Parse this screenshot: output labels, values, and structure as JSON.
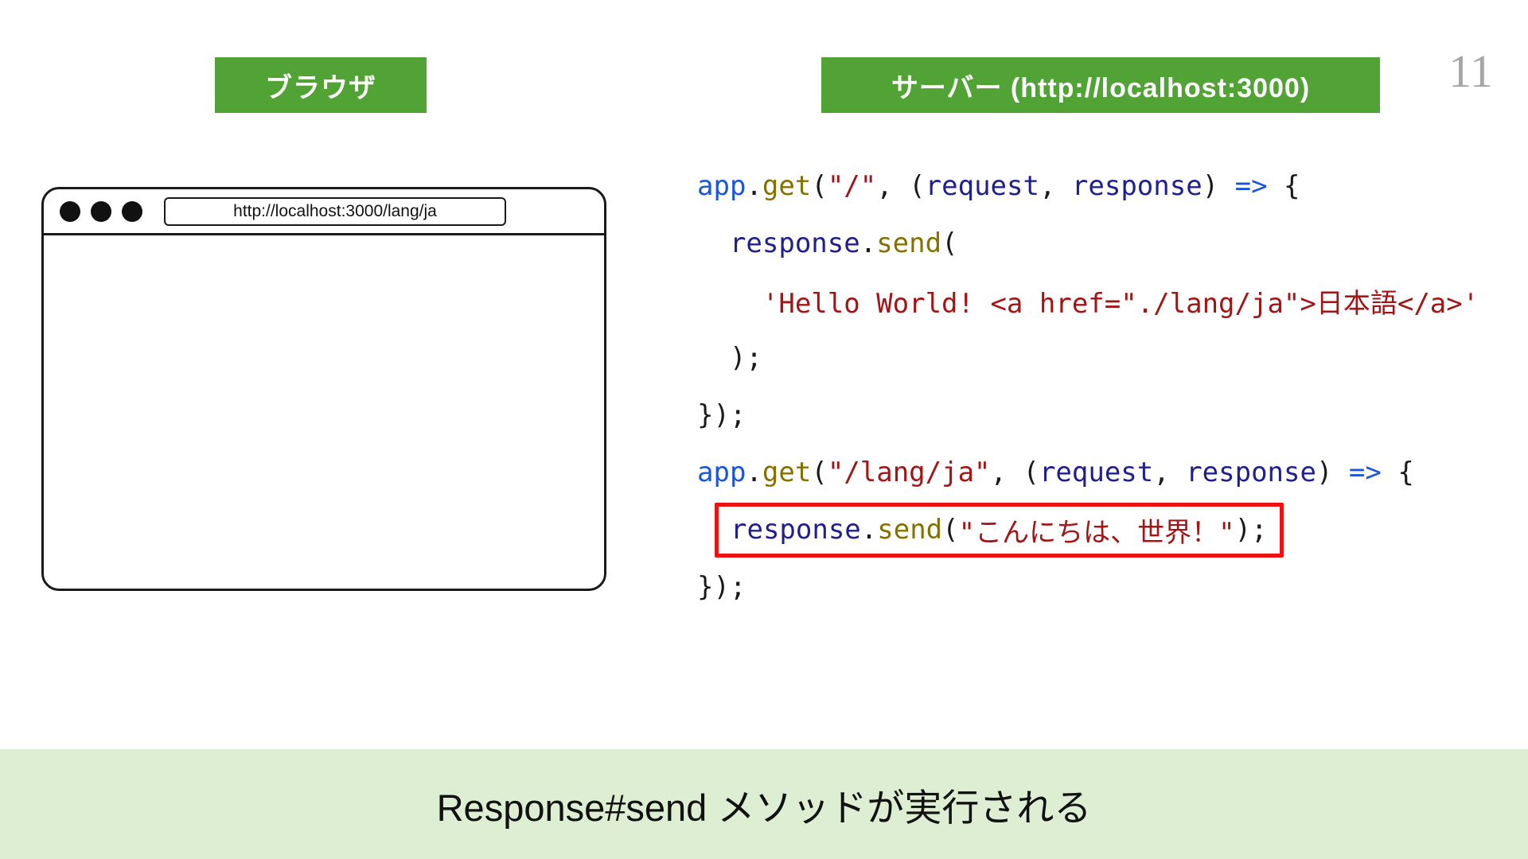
{
  "page": {
    "number": "11"
  },
  "badges": {
    "browser": {
      "label": "ブラウザ",
      "bg": "#52a335"
    },
    "server": {
      "label": "サーバー (http://localhost:3000)",
      "bg": "#52a335"
    }
  },
  "browser_window": {
    "url": "http://localhost:3000/lang/ja"
  },
  "code": {
    "colors": {
      "blue": "#1a56db",
      "navy": "#1f1f8f",
      "olive": "#857000",
      "red": "#a31515",
      "plain": "#1a1a1a"
    },
    "highlight_border": "#ee1111",
    "lines": [
      {
        "highlight": false,
        "tokens": [
          {
            "t": "app",
            "c": "blue"
          },
          {
            "t": ".",
            "c": "plain"
          },
          {
            "t": "get",
            "c": "olive"
          },
          {
            "t": "(",
            "c": "plain"
          },
          {
            "t": "\"/\"",
            "c": "red"
          },
          {
            "t": ", (",
            "c": "plain"
          },
          {
            "t": "request",
            "c": "navy"
          },
          {
            "t": ", ",
            "c": "plain"
          },
          {
            "t": "response",
            "c": "navy"
          },
          {
            "t": ") ",
            "c": "plain"
          },
          {
            "t": "=>",
            "c": "blue"
          },
          {
            "t": " {",
            "c": "plain"
          }
        ]
      },
      {
        "highlight": false,
        "tokens": [
          {
            "t": "  ",
            "c": "plain"
          },
          {
            "t": "response",
            "c": "navy"
          },
          {
            "t": ".",
            "c": "plain"
          },
          {
            "t": "send",
            "c": "olive"
          },
          {
            "t": "(",
            "c": "plain"
          }
        ]
      },
      {
        "highlight": false,
        "tokens": [
          {
            "t": "    ",
            "c": "plain"
          },
          {
            "t": "'Hello World! <a href=\"./lang/ja\">日本語</a>'",
            "c": "red"
          }
        ]
      },
      {
        "highlight": false,
        "tokens": [
          {
            "t": "  );",
            "c": "plain"
          }
        ]
      },
      {
        "highlight": false,
        "tokens": [
          {
            "t": "});",
            "c": "plain"
          }
        ]
      },
      {
        "highlight": false,
        "tokens": [
          {
            "t": "app",
            "c": "blue"
          },
          {
            "t": ".",
            "c": "plain"
          },
          {
            "t": "get",
            "c": "olive"
          },
          {
            "t": "(",
            "c": "plain"
          },
          {
            "t": "\"/lang/ja\"",
            "c": "red"
          },
          {
            "t": ", (",
            "c": "plain"
          },
          {
            "t": "request",
            "c": "navy"
          },
          {
            "t": ", ",
            "c": "plain"
          },
          {
            "t": "response",
            "c": "navy"
          },
          {
            "t": ") ",
            "c": "plain"
          },
          {
            "t": "=>",
            "c": "blue"
          },
          {
            "t": " {",
            "c": "plain"
          }
        ]
      },
      {
        "highlight": true,
        "tokens": [
          {
            "t": "response",
            "c": "navy"
          },
          {
            "t": ".",
            "c": "plain"
          },
          {
            "t": "send",
            "c": "olive"
          },
          {
            "t": "(",
            "c": "plain"
          },
          {
            "t": "\"こんにちは、世界！\"",
            "c": "red"
          },
          {
            "t": ");",
            "c": "plain"
          }
        ]
      },
      {
        "highlight": false,
        "tokens": [
          {
            "t": "});",
            "c": "plain"
          }
        ]
      }
    ]
  },
  "footer": {
    "text": "Response#send メソッドが実行される",
    "bg": "#ddeed3"
  }
}
